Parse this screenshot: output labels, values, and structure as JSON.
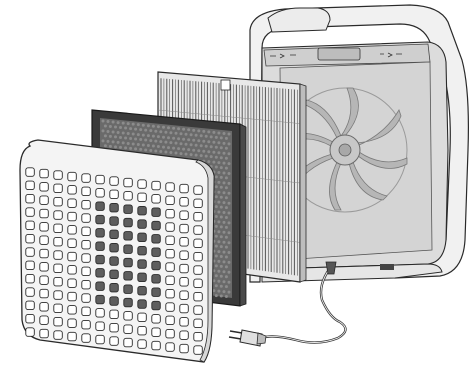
{
  "figure": {
    "background": "#ffffff",
    "colors": {
      "outline": "#2a2a2a",
      "housing_fill": "#f1f1f1",
      "housing_interior": "#dcdcdc",
      "grille_fill": "#f4f4f4",
      "grille_hole": "#ffffff",
      "hepa_pleat": "#555555",
      "hepa_fill": "#e8e8e8",
      "carbon_frame": "#3a3a3a",
      "carbon_mesh": "#6a6a6a",
      "fan_blade": "#9a9a9a",
      "cord": "#3a3a3a"
    }
  },
  "components": [
    {
      "id": "purifier-housing",
      "icon": "air-purifier-body"
    },
    {
      "id": "hepa-filter",
      "icon": "pleated-filter"
    },
    {
      "id": "carbon-filter",
      "icon": "honeycomb-filter"
    },
    {
      "id": "front-grille",
      "icon": "perforated-panel"
    },
    {
      "id": "power-cord",
      "icon": "plug-cord"
    }
  ]
}
